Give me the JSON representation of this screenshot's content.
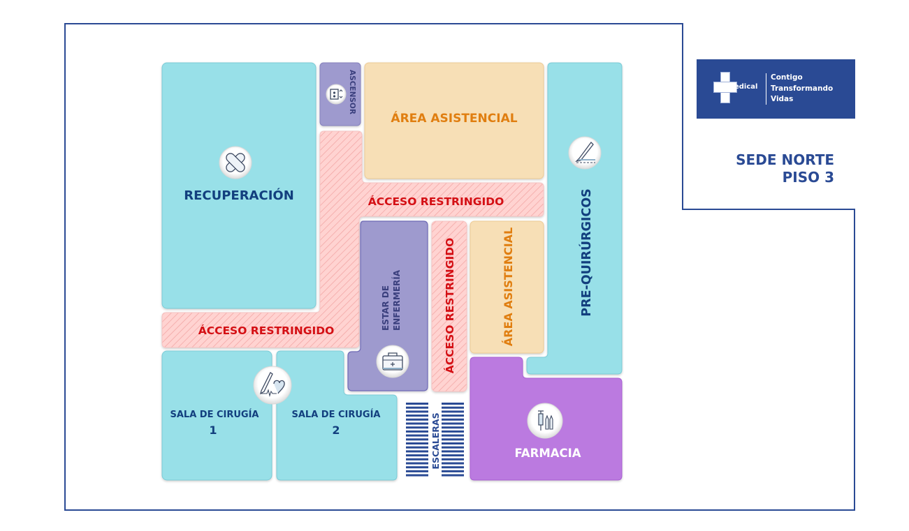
{
  "colors": {
    "frame": "#2a4a94",
    "cyan_room": "#98e0e8",
    "cyan_label": "#123f7e",
    "lavender_room": "#9e9ace",
    "lavender_label": "#3a3f7d",
    "beige_room": "#f7dfb6",
    "beige_label": "#e07e10",
    "restricted_fill": "#ffd3d1",
    "restricted_stripe": "#f3a7a6",
    "restricted_label": "#d40f14",
    "pharmacy_room": "#bb7ae0",
    "pharmacy_label": "#ffffff",
    "stairs": "#2a4a94"
  },
  "logo": {
    "brand": "Medical",
    "tagline": [
      "Contigo",
      "Transformando",
      "Vidas"
    ]
  },
  "site": {
    "line1": "SEDE NORTE",
    "line2": "PISO 3"
  },
  "rooms": {
    "recuperacion": {
      "label": "RECUPERACIÓN",
      "icon": "bandage-icon"
    },
    "ascensor": {
      "label": "ASCENSOR",
      "icon": "elevator-icon"
    },
    "area_asistencial_top": {
      "label": "ÁREA ASISTENCIAL"
    },
    "area_asistencial_mid": {
      "label": "ÁREA ASISTENCIAL"
    },
    "pre_quirurgicos": {
      "label": "PRE-QUIRÚRGICOS",
      "icon": "scalpel-icon"
    },
    "acceso_top": {
      "label": "ÁCCESO RESTRINGIDO"
    },
    "acceso_left": {
      "label": "ÁCCESO RESTRINGIDO"
    },
    "acceso_vertical": {
      "label": "ÁCCESO RESTRINGIDO"
    },
    "estar_enfermeria": {
      "label_line1": "ESTAR DE",
      "label_line2": "ENFERMERÍA",
      "icon": "first-aid-kit-icon"
    },
    "sala_cirugia_1": {
      "label": "SALA DE CIRUGÍA",
      "number": "1"
    },
    "sala_cirugia_2": {
      "label": "SALA DE CIRUGÍA",
      "number": "2"
    },
    "surgery_icon": "scalpel-heart-icon",
    "escaleras": {
      "label": "ESCALERAS"
    },
    "farmacia": {
      "label": "FARMACIA",
      "icon": "syringe-vials-icon"
    }
  }
}
